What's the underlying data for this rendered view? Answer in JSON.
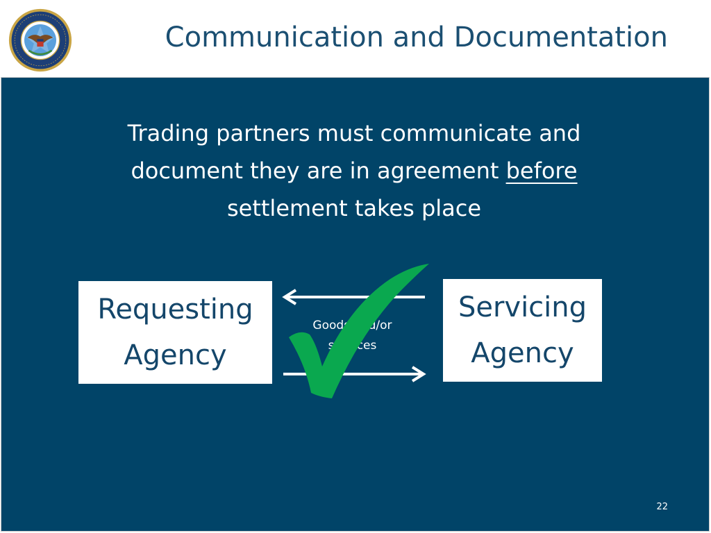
{
  "slide": {
    "title": "Communication and Documentation",
    "seal_lettering": "DEPARTMENT OF DEFENSE · UNITED STATES OF AMERICA",
    "statement": {
      "line1": "Trading partners must communicate and",
      "line2_prefix": "document they are in agreement ",
      "line2_emphasis": "before",
      "line3": "settlement takes place"
    },
    "requesting_agency": {
      "line1": "Requesting",
      "line2": "Agency"
    },
    "servicing_agency": {
      "line1": "Servicing",
      "line2": "Agency"
    },
    "flow_label": {
      "line1": "Goods and/or",
      "line2": "services"
    },
    "page_number": "22"
  },
  "colors": {
    "panel_background": "#014468",
    "title_text": "#1b4f72",
    "agency_text": "#14466a",
    "checkmark": "#0aa84f",
    "arrow": "#ffffff"
  },
  "icons": {
    "seal": "dod-seal-icon",
    "check": "green-checkmark-icon",
    "left_arrow": "arrow-left-icon",
    "right_arrow": "arrow-right-icon"
  }
}
